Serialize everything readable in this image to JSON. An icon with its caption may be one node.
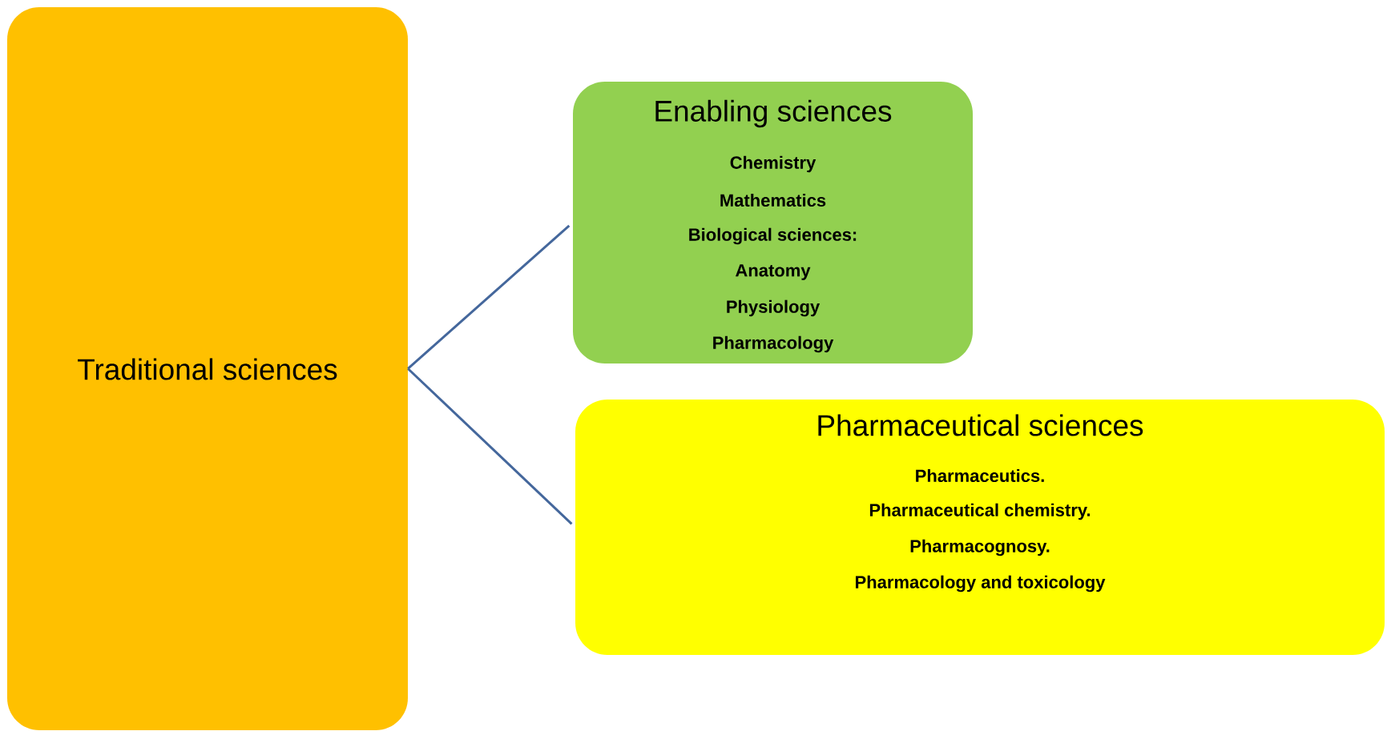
{
  "diagram": {
    "nodes": [
      {
        "text": [
          "Traditional sciences"
        ]
      },
      {
        "text": [
          "Enabling sciences",
          "Chemistry",
          "Mathematics",
          "Biological sciences:",
          "Anatomy",
          "Physiology",
          "Pharmacology"
        ]
      },
      {
        "text": [
          "Pharmaceutical sciences",
          "Pharmaceutics.",
          "Pharmaceutical chemistry.",
          "Pharmacognosy.",
          "Pharmacology and toxicology"
        ]
      }
    ],
    "edges": [
      {
        "from": 0,
        "to": 1,
        "arrow": "none"
      },
      {
        "from": 0,
        "to": 2,
        "arrow": "none"
      }
    ]
  }
}
